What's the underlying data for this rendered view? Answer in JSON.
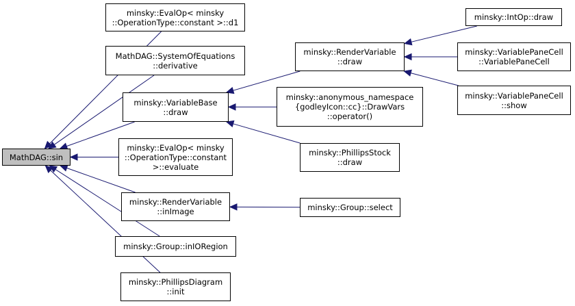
{
  "graph": {
    "root": {
      "id": "sin",
      "lines": [
        "MathDAG::sin"
      ]
    },
    "nodes": [
      {
        "id": "evalop_d1",
        "lines": [
          "minsky::EvalOp< minsky",
          "::OperationType::constant >::d1"
        ]
      },
      {
        "id": "soe_derivative",
        "lines": [
          "MathDAG::SystemOfEquations",
          "::derivative"
        ]
      },
      {
        "id": "varbase_draw",
        "lines": [
          "minsky::VariableBase",
          "::draw"
        ]
      },
      {
        "id": "evalop_evaluate",
        "lines": [
          "minsky::EvalOp< minsky",
          "::OperationType::constant",
          ">::evaluate"
        ]
      },
      {
        "id": "rv_inimage",
        "lines": [
          "minsky::RenderVariable",
          "::inImage"
        ]
      },
      {
        "id": "group_inioregion",
        "lines": [
          "minsky::Group::inIORegion"
        ]
      },
      {
        "id": "phillipsdiagram_init",
        "lines": [
          "minsky::PhillipsDiagram",
          "::init"
        ]
      },
      {
        "id": "rv_draw",
        "lines": [
          "minsky::RenderVariable",
          "::draw"
        ]
      },
      {
        "id": "anon_drawvars",
        "lines": [
          "minsky::anonymous_namespace",
          "{godleyIcon::cc}::DrawVars",
          "::operator()"
        ]
      },
      {
        "id": "phillipsstock_draw",
        "lines": [
          "minsky::PhillipsStock",
          "::draw"
        ]
      },
      {
        "id": "group_select",
        "lines": [
          "minsky::Group::select"
        ]
      },
      {
        "id": "intop_draw",
        "lines": [
          "minsky::IntOp::draw"
        ]
      },
      {
        "id": "vpc_ctor",
        "lines": [
          "minsky::VariablePaneCell",
          "::VariablePaneCell"
        ]
      },
      {
        "id": "vpc_show",
        "lines": [
          "minsky::VariablePaneCell",
          "::show"
        ]
      }
    ],
    "edges": [
      {
        "from": "evalop_d1",
        "to": "sin"
      },
      {
        "from": "soe_derivative",
        "to": "sin"
      },
      {
        "from": "varbase_draw",
        "to": "sin"
      },
      {
        "from": "evalop_evaluate",
        "to": "sin"
      },
      {
        "from": "rv_inimage",
        "to": "sin"
      },
      {
        "from": "group_inioregion",
        "to": "sin"
      },
      {
        "from": "phillipsdiagram_init",
        "to": "sin"
      },
      {
        "from": "rv_draw",
        "to": "varbase_draw"
      },
      {
        "from": "anon_drawvars",
        "to": "varbase_draw"
      },
      {
        "from": "phillipsstock_draw",
        "to": "varbase_draw"
      },
      {
        "from": "group_select",
        "to": "rv_inimage"
      },
      {
        "from": "intop_draw",
        "to": "rv_draw"
      },
      {
        "from": "vpc_ctor",
        "to": "rv_draw"
      },
      {
        "from": "vpc_show",
        "to": "rv_draw"
      }
    ],
    "colors": {
      "edge": "#191970",
      "node_border": "#000000",
      "node_fill": "#ffffff",
      "root_fill": "#bfbfbf"
    }
  }
}
